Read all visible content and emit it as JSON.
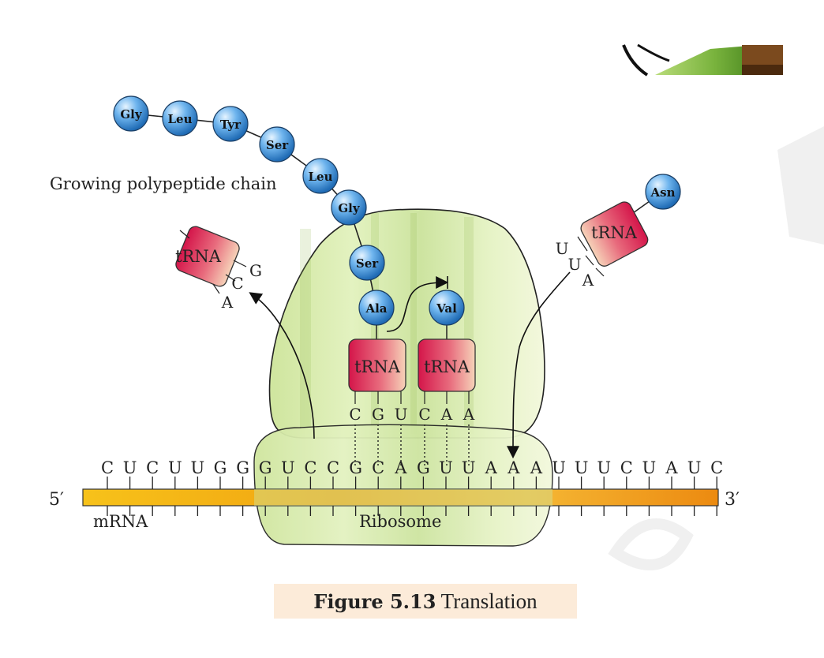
{
  "labels": {
    "chain": "Growing polypeptide chain",
    "five_prime": "5′",
    "three_prime": "3′",
    "mrna": "mRNA",
    "ribosome": "Ribosome",
    "trna": "tRNA"
  },
  "chain_amino_acids": [
    "Gly",
    "Leu",
    "Tyr",
    "Ser",
    "Leu",
    "Gly",
    "Ser",
    "Ala"
  ],
  "incoming_amino_acid": "Val",
  "arriving_amino_acid": "Asn",
  "mrna_codons": [
    "C",
    "U",
    "C",
    "U",
    "U",
    "G",
    "G",
    "G",
    "U",
    "C",
    "C",
    "G",
    "C",
    "A",
    "G",
    "U",
    "U",
    "A",
    "A",
    "A",
    "U",
    "U",
    "U",
    "C",
    "U",
    "A",
    "U",
    "C"
  ],
  "anticodons": {
    "exiting": [
      "G",
      "C",
      "A"
    ],
    "p_site": [
      "C",
      "G",
      "U"
    ],
    "a_site": [
      "C",
      "A",
      "A"
    ],
    "arriving": [
      "U",
      "U",
      "A"
    ]
  },
  "caption": {
    "figure_label": "Figure 5.13",
    "title": "Translation"
  },
  "colors": {
    "trna_dark": "#d4154a",
    "trna_light": "#f4c9b0",
    "amino_blue": "#3a8fd8",
    "ribosome": "#d7ecae",
    "mrna": "#f2a100"
  }
}
